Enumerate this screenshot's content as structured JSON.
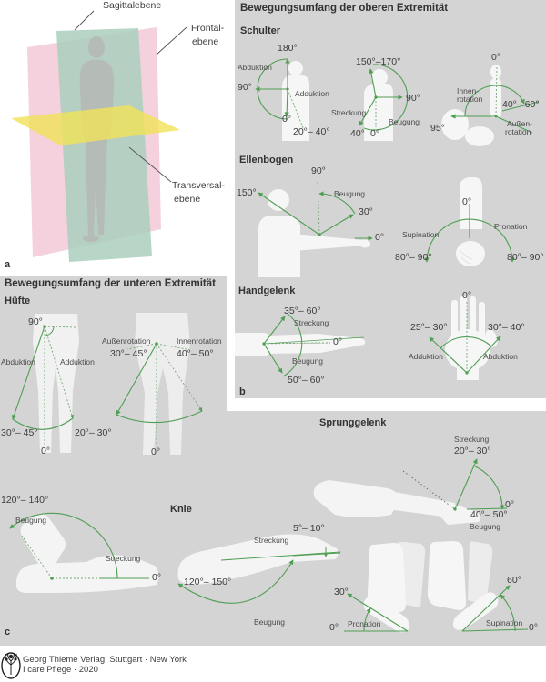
{
  "panel_a": {
    "label": "a",
    "sagittal": "Sagittalebene",
    "frontal_1": "Frontal-",
    "frontal_2": "ebene",
    "transversal_1": "Transversal-",
    "transversal_2": "ebene"
  },
  "upper": {
    "title": "Bewegungsumfang der oberen Extremität",
    "panel_label": "b",
    "schulter": {
      "heading": "Schulter",
      "abd_top": "180°",
      "abd_label": "Abduktion",
      "abd_left": "90°",
      "add_label": "Adduktion",
      "abd_zero": "0°",
      "add_range": "20°– 40°",
      "flex_top": "150°–170°",
      "flex_right": "90°",
      "streckung": "Streckung",
      "beugung": "Beugung",
      "flex_40": "40°",
      "flex_zero": "0°",
      "rot_zero": "0°",
      "innen_1": "Innen-",
      "innen_2": "rotation",
      "rot_range": "40°– 60°",
      "rot_95": "95°",
      "aussen_1": "Außen-",
      "aussen_2": "rotation"
    },
    "ellenbogen": {
      "heading": "Ellenbogen",
      "flex_150": "150°",
      "flex_90": "90°",
      "beugung": "Beugung",
      "flex_30": "30°",
      "flex_zero": "0°",
      "rot_zero": "0°",
      "supination": "Supination",
      "pronation": "Pronation",
      "sup_range": "80°– 90°",
      "pro_range": "80°– 90°"
    },
    "handgelenk": {
      "heading": "Handgelenk",
      "ext_range": "35°– 60°",
      "streckung": "Streckung",
      "zero": "0°",
      "beugung": "Beugung",
      "flex_range": "50°– 60°",
      "dev_zero": "0°",
      "add_range": "25°– 30°",
      "abd_range": "30°– 40°",
      "adduktion": "Adduktion",
      "abduktion": "Abduktion"
    }
  },
  "lower": {
    "title": "Bewegungsumfang der unteren Extremität",
    "panel_label": "c",
    "huefte": {
      "heading": "Hüfte",
      "abd_90": "90°",
      "abduktion": "Abduktion",
      "adduktion": "Adduktion",
      "abd_range": "30°– 45°",
      "add_range": "20°– 30°",
      "zero": "0°",
      "aussenrotation": "Außenrotation",
      "aussen_range": "30°– 45°",
      "innenrotation": "Innenrotation",
      "innen_range": "40°– 50°",
      "rot_zero": "0°",
      "flex_range": "120°– 140°",
      "beugung": "Beugung",
      "streckung": "Streckung",
      "flex_zero": "0°"
    },
    "knie": {
      "heading": "Knie",
      "ext_range": "5°– 10°",
      "streckung": "Streckung",
      "flex_range": "120°– 150°",
      "beugung": "Beugung"
    },
    "sprunggelenk": {
      "heading": "Sprunggelenk",
      "streckung": "Streckung",
      "ext_range": "20°– 30°",
      "zero": "0°",
      "flex_range": "40°– 50°",
      "beugung": "Beugung",
      "pro_30": "30°",
      "pro_zero": "0°",
      "pronation": "Pronation",
      "sup_60": "60°",
      "supination": "Supination",
      "sup_zero": "0°"
    }
  },
  "footer": {
    "publisher": "Georg Thieme Verlag, Stuttgart · New York",
    "edition": "I care Pflege · 2020"
  },
  "colors": {
    "panel_gray": "#d4d4d4",
    "line_green": "#4f9e53",
    "sagittal_green": "#aacfbe",
    "frontal_pink": "#f3ccd8",
    "transversal_yellow": "#f1e259",
    "figure_white": "#f6f6f6",
    "body_gray": "#b5bcb8"
  }
}
